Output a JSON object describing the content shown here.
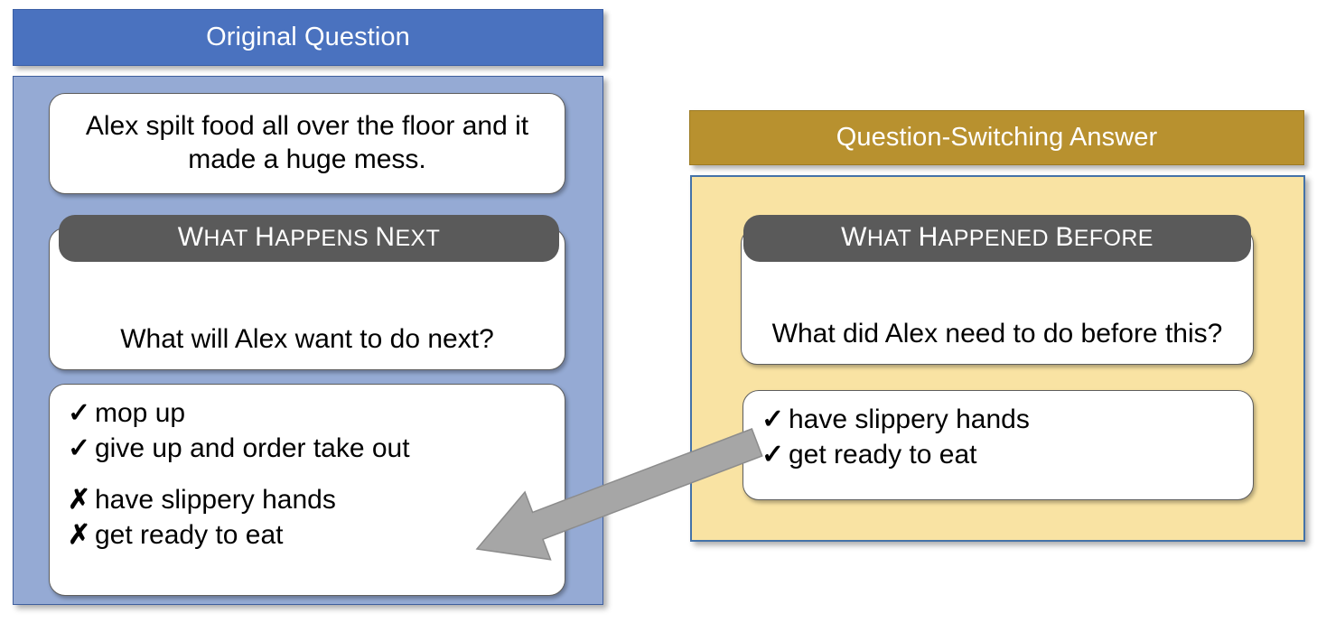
{
  "left_panel": {
    "header_title": "Original Question",
    "header_color": "#4a72bf",
    "body_color": "#95aad4",
    "context": "Alex spilt food all over the floor and it made a huge mess.",
    "question_type_label": "What happens next",
    "question_type_first_letters": [
      "W"
    ],
    "question": "What will Alex want to do next?",
    "answers": [
      {
        "mark": "✓",
        "text": "mop up",
        "correct": true
      },
      {
        "mark": "✓",
        "text": "give up and order take out",
        "correct": true
      },
      {
        "mark": "✗",
        "text": "have slippery hands",
        "correct": false
      },
      {
        "mark": "✗",
        "text": "get ready to eat",
        "correct": false
      }
    ]
  },
  "right_panel": {
    "header_title": "Question-Switching Answer",
    "header_color": "#b8912f",
    "body_color": "#f9e3a3",
    "question_type_label": "What happened Before",
    "question": "What did Alex need to do before this?",
    "answers": [
      {
        "mark": "✓",
        "text": "have slippery hands",
        "correct": true
      },
      {
        "mark": "✓",
        "text": "get ready to eat",
        "correct": true
      }
    ]
  },
  "arrow": {
    "name": "transfer-arrow",
    "color": "#a6a6a6",
    "stroke": "#8c8c8c",
    "direction": "right-to-left"
  },
  "pill_color": "#5a5a5a",
  "card_color": "#ffffff"
}
